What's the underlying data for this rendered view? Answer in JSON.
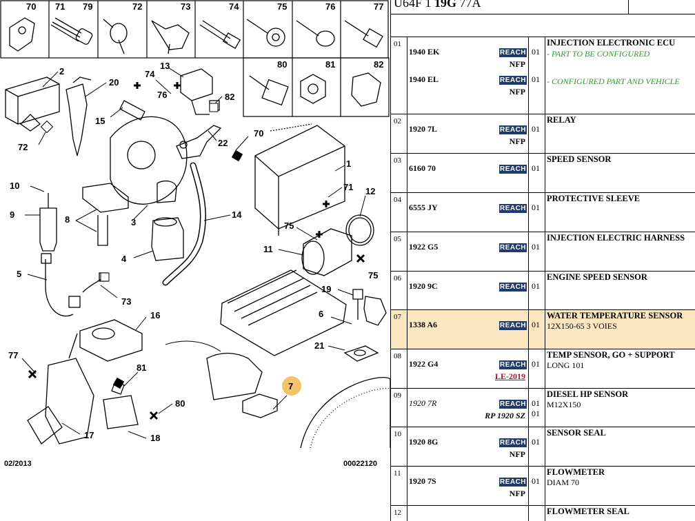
{
  "header": {
    "code_prefix": "U64F 1",
    "code_bold": "19G",
    "code_suffix": "77A"
  },
  "diagram": {
    "grid_labels": [
      "70",
      "71",
      "79",
      "72",
      "73",
      "74",
      "75",
      "76",
      "77",
      "80",
      "81",
      "82"
    ],
    "callouts": [
      "2",
      "20",
      "13",
      "74",
      "76",
      "82",
      "15",
      "72",
      "70",
      "22",
      "1",
      "10",
      "9",
      "8",
      "3",
      "71",
      "12",
      "14",
      "75",
      "11",
      "75",
      "5",
      "4",
      "73",
      "19",
      "6",
      "21",
      "16",
      "77",
      "81",
      "80",
      "17",
      "18",
      "7"
    ],
    "footer_left": "02/2013",
    "footer_right": "00022120",
    "highlight_color": "#f3c46b"
  },
  "reach_label": "REACH",
  "rows": [
    {
      "num": "01",
      "entries": [
        {
          "ref": "1940 EK",
          "qty": "01",
          "note": "NFP"
        },
        {
          "ref": "1940 EL",
          "qty": "01",
          "note": "NFP"
        }
      ],
      "desc": "INJECTION ELECTRONIC ECU",
      "subs": [
        "- PART TO BE CONFIGURED",
        "- CONFIGURED PART AND VEHICLE"
      ]
    },
    {
      "num": "02",
      "entries": [
        {
          "ref": "1920 7L",
          "qty": "01",
          "note": "NFP"
        }
      ],
      "desc": "RELAY",
      "subs": []
    },
    {
      "num": "03",
      "entries": [
        {
          "ref": "6160 70",
          "qty": "01",
          "note": ""
        }
      ],
      "desc": "SPEED SENSOR",
      "subs": []
    },
    {
      "num": "04",
      "entries": [
        {
          "ref": "6555 JY",
          "qty": "01",
          "note": ""
        }
      ],
      "desc": "PROTECTIVE SLEEVE",
      "subs": []
    },
    {
      "num": "05",
      "entries": [
        {
          "ref": "1922 G5",
          "qty": "01",
          "note": ""
        }
      ],
      "desc": "INJECTION ELECTRIC HARNESS",
      "subs": []
    },
    {
      "num": "06",
      "entries": [
        {
          "ref": "1920 9C",
          "qty": "01",
          "note": ""
        }
      ],
      "desc": "ENGINE SPEED SENSOR",
      "subs": []
    },
    {
      "num": "07",
      "entries": [
        {
          "ref": "1338 A6",
          "qty": "01",
          "note": ""
        }
      ],
      "desc": "WATER TEMPERATURE SENSOR",
      "subs": [
        "12X150-65 3 VOIES"
      ],
      "highlight": true
    },
    {
      "num": "08",
      "entries": [
        {
          "ref": "1922 G4",
          "qty": "01",
          "note": "LE-2019"
        }
      ],
      "desc": "TEMP SENSOR, GO + SUPPORT",
      "subs": [
        "LONG 101"
      ]
    },
    {
      "num": "09",
      "entries": [
        {
          "ref": "1920 7R",
          "qty": "01",
          "qty2": "01",
          "note": "RP 1920 SZ"
        }
      ],
      "desc": "DIESEL HP SENSOR",
      "subs": [
        "M12X150"
      ]
    },
    {
      "num": "10",
      "entries": [
        {
          "ref": "1920 8G",
          "qty": "01",
          "note": "NFP"
        }
      ],
      "desc": "SENSOR SEAL",
      "subs": []
    },
    {
      "num": "11",
      "entries": [
        {
          "ref": "1920 7S",
          "qty": "01",
          "note": "NFP"
        }
      ],
      "desc": "FLOWMETER",
      "subs": [
        "DIAM 70"
      ]
    },
    {
      "num": "12",
      "entries": [],
      "desc": "FLOWMETER SEAL",
      "subs": []
    }
  ]
}
